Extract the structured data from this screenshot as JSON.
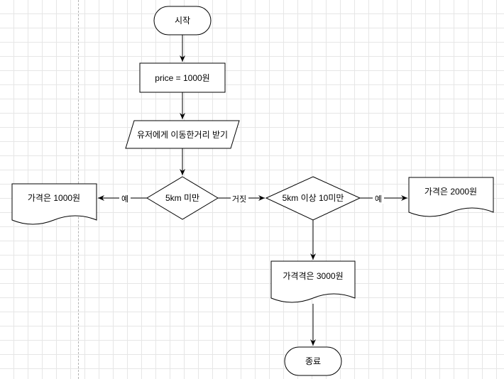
{
  "diagram": {
    "nodes": {
      "start": "시작",
      "init_price": "price = 1000원",
      "input_distance": "유저에게 이동한거리 받기",
      "cond_under5": "5km 미만",
      "cond_5to10": "5km 이상 10미만",
      "price_1000": "가격은 1000원",
      "price_2000": "가격은 2000원",
      "price_3000": "가격격은 3000원",
      "end": "종료"
    },
    "edges": {
      "under5_yes": "예",
      "under5_no": "거짓",
      "range_yes": "예"
    }
  }
}
